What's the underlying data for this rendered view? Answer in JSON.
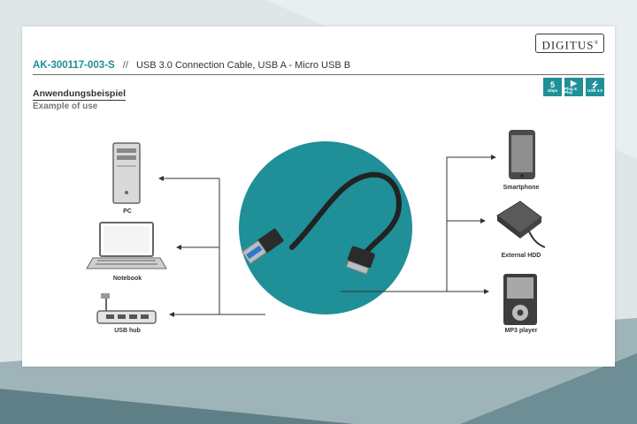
{
  "brand": {
    "logo_text": "DIGITUS",
    "logo_mark": "®"
  },
  "header": {
    "article_no": "AK-300117-003-S",
    "separator": "//",
    "description": "USB 3.0 Connection Cable, USB A - Micro USB B"
  },
  "badges": [
    {
      "big": "5",
      "small": "Gbps"
    },
    {
      "big": "▶",
      "small": "Plug & Play"
    },
    {
      "big": "⭍",
      "small": "USB 3.0"
    }
  ],
  "section": {
    "title": "Anwendungsbeispiel",
    "subtitle": "Example of use"
  },
  "devices": {
    "pc": "PC",
    "notebook": "Notebook",
    "usb_hub": "USB hub",
    "smartphone": "Smartphone",
    "external_hdd": "External HDD",
    "mp3_player": "MP3 player"
  },
  "colors": {
    "accent": "#1f8f98",
    "circle": "#1f8f98",
    "cable": "#2b2b2b"
  }
}
